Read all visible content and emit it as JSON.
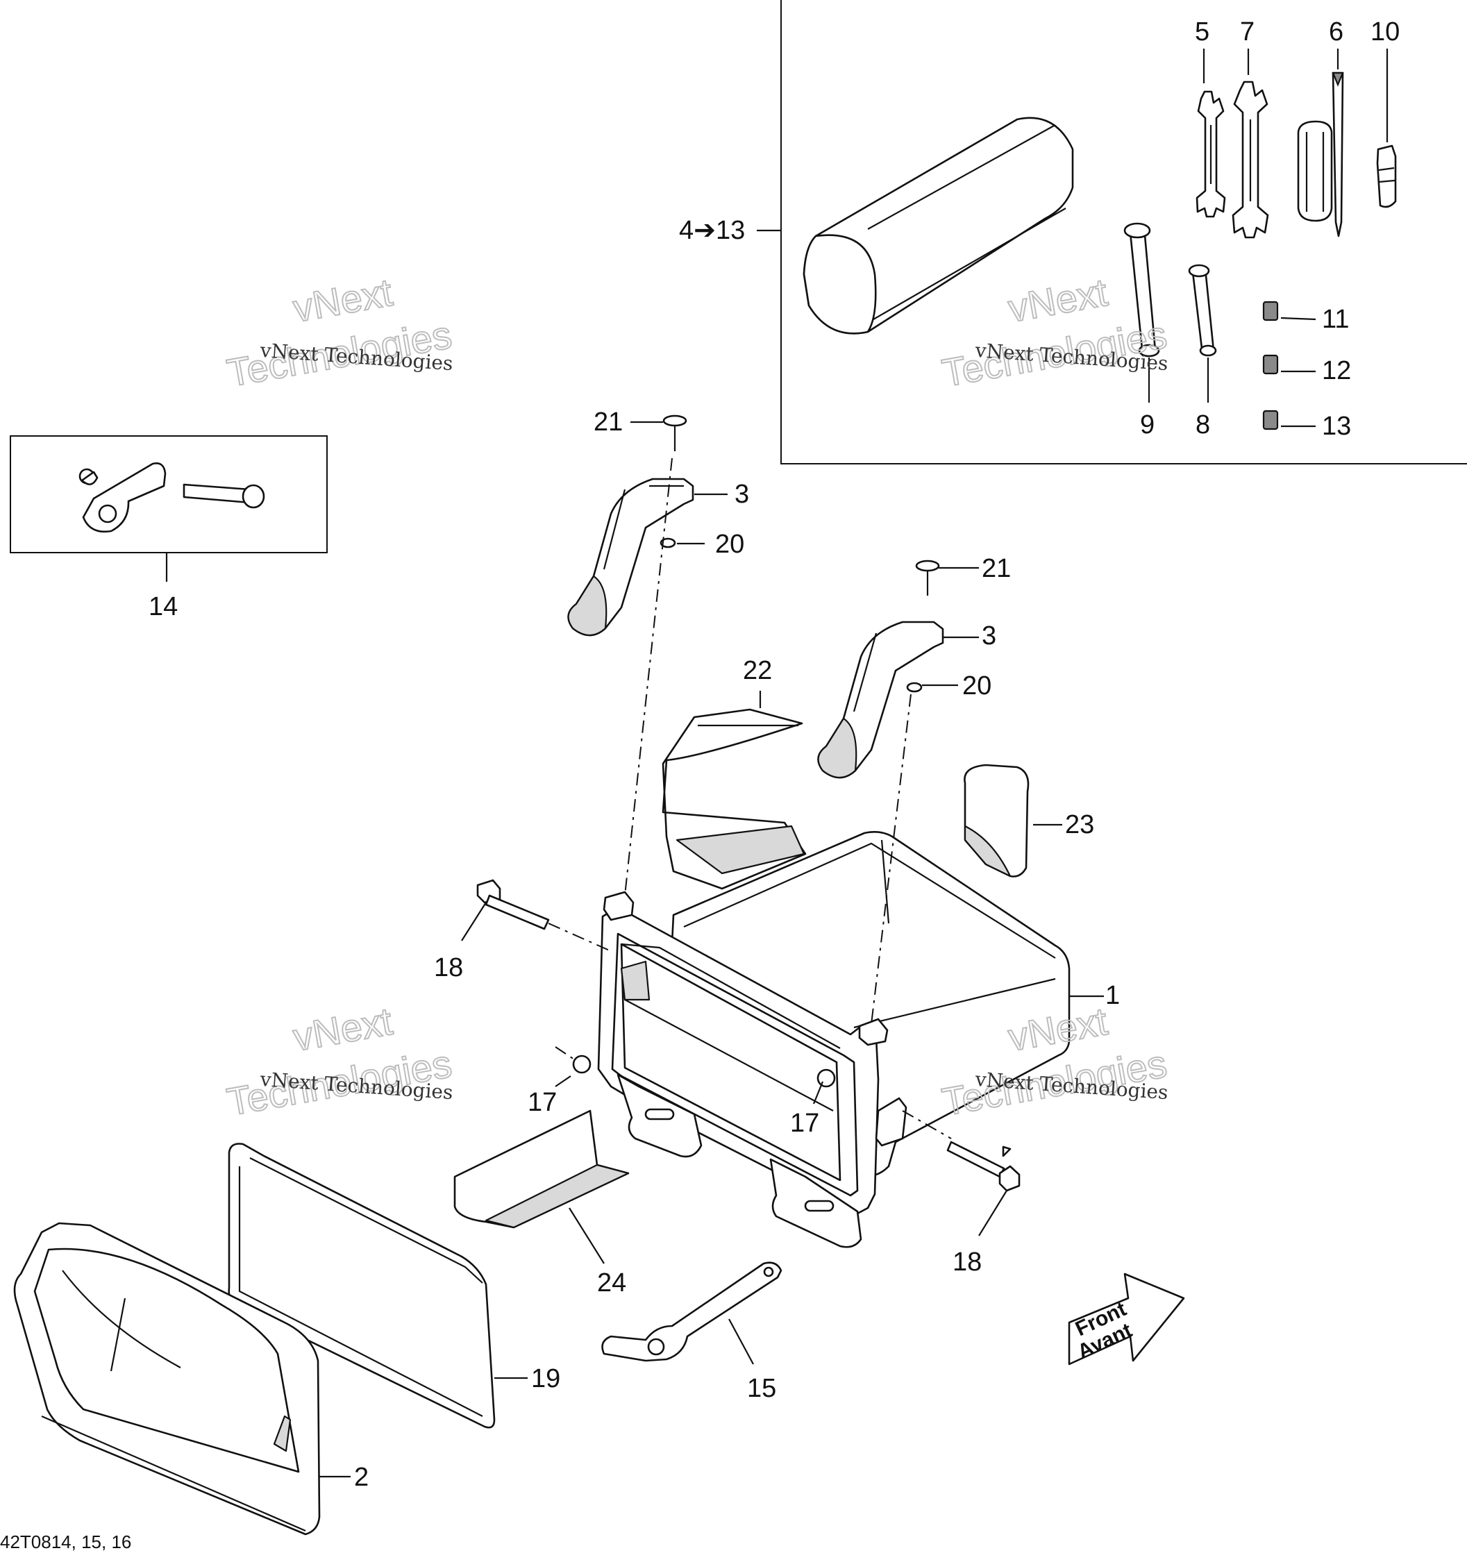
{
  "callouts": {
    "c1": "1",
    "c2": "2",
    "c3a": "3",
    "c3b": "3",
    "c4_13": "4➔13",
    "c5": "5",
    "c6": "6",
    "c7": "7",
    "c8": "8",
    "c9": "9",
    "c10": "10",
    "c11": "11",
    "c12": "12",
    "c13": "13",
    "c14": "14",
    "c15": "15",
    "c17a": "17",
    "c17b": "17",
    "c18a": "18",
    "c18b": "18",
    "c19": "19",
    "c20a": "20",
    "c20b": "20",
    "c21a": "21",
    "c21b": "21",
    "c22": "22",
    "c23": "23",
    "c24": "24"
  },
  "front_arrow": {
    "line1": "Front",
    "line2": "Avant"
  },
  "watermark": {
    "small": "vNext Technologies",
    "big_line1": "vNext",
    "big_line2": "Technologies"
  },
  "drawing_code": "42T0814, 15, 16"
}
